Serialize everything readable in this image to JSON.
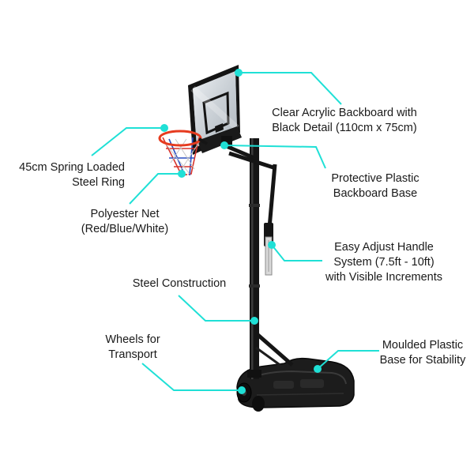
{
  "colors": {
    "accent": "#1fe0d6",
    "frame": "#141414",
    "text": "#1a1a1a",
    "rim": "#e63b1f",
    "net_red": "#d8342c",
    "net_blue": "#2a4fc2"
  },
  "labels": {
    "backboard": [
      "Clear Acrylic Backboard with",
      "Black Detail (110cm x 75cm)"
    ],
    "ring": [
      "45cm Spring Loaded",
      "Steel Ring"
    ],
    "base_plate": [
      "Protective Plastic",
      "Backboard Base"
    ],
    "net": [
      "Polyester Net",
      "(Red/Blue/White)"
    ],
    "handle": [
      "Easy Adjust Handle",
      "System (7.5ft - 10ft)",
      "with Visible Increments"
    ],
    "steel": [
      "Steel Construction"
    ],
    "wheels": [
      "Wheels for",
      "Transport"
    ],
    "moulded": [
      "Moulded Plastic",
      "Base for Stability"
    ]
  }
}
